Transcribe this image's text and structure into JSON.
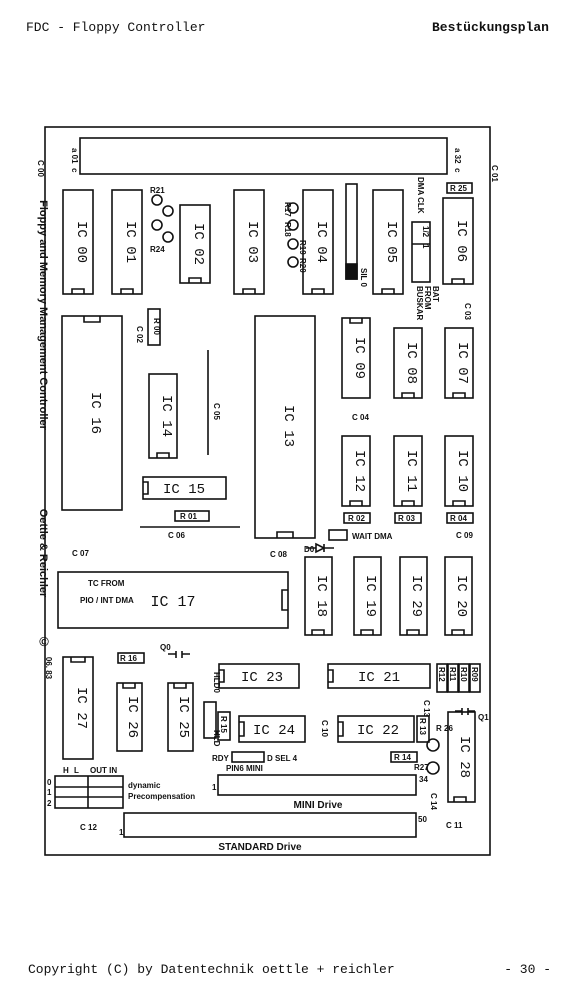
{
  "header": {
    "left": "FDC - Floppy Controller",
    "right": "Bestückungsplan"
  },
  "footer": {
    "left": "Copyright (C) by Datentechnik oettle + reichler",
    "right": "- 30 -"
  },
  "side_labels": {
    "title": "Floppy and Memory Management Controller",
    "maker": "Oettle & Reichler",
    "copyright": "©",
    "date": "06. 83"
  },
  "ics": {
    "ic00": "IC 00",
    "ic01": "IC 01",
    "ic02": "IC 02",
    "ic03": "IC 03",
    "ic04": "IC 04",
    "ic05": "IC 05",
    "ic06": "IC 06",
    "ic07": "IC 07",
    "ic08": "IC 08",
    "ic09": "IC 09",
    "ic10": "IC 10",
    "ic11": "IC 11",
    "ic12": "IC 12",
    "ic13": "IC 13",
    "ic14": "IC 14",
    "ic15": "IC 15",
    "ic16": "IC 16",
    "ic17": "IC 17",
    "ic18": "IC 18",
    "ic19": "IC 19",
    "ic20": "IC 20",
    "ic21": "IC 21",
    "ic22": "IC 22",
    "ic23": "IC 23",
    "ic24": "IC 24",
    "ic25": "IC 25",
    "ic26": "IC 26",
    "ic27": "IC 27",
    "ic28": "IC 28",
    "ic29": "IC 29"
  },
  "resistors": {
    "r00": "R 00",
    "r01": "R 01",
    "r02": "R 02",
    "r03": "R 03",
    "r04": "R 04",
    "r09": "R09",
    "r11": "R11",
    "r12": "R12",
    "r10": "R10",
    "r13": "R 13",
    "r14": "R 14",
    "r15": "R 15",
    "r16": "R 16",
    "r17": "R17",
    "r18": "R18",
    "r19": "R19",
    "r20": "R20",
    "r21": "R21",
    "r24": "R24",
    "r25": "R 25",
    "r26": "R 26",
    "r27": "R27"
  },
  "caps": {
    "c00": "C 00",
    "c01": "C 01",
    "c02": "C 02",
    "c03": "C 03",
    "c04": "C 04",
    "c05": "C 05",
    "c06": "C 06",
    "c07": "C 07",
    "c08": "C 08",
    "c09": "C 09",
    "c10": "C 10",
    "c11": "C 11",
    "c12": "C 12",
    "c13": "C 13",
    "c14": "C 14"
  },
  "misc": {
    "sil0": "SIL 0",
    "dma_clk": "DMA CLK",
    "half": "1/2",
    "one": "1",
    "bat": "BAT",
    "from": "FROM",
    "buskar": "BUSKAR",
    "d0": "D0",
    "wait_dma": "WAIT DMA",
    "tc_from": "TC FROM",
    "pio_int_dma": "PIO / INT DMA",
    "q0": "Q0",
    "q1": "Q1",
    "hld0": "HLD0",
    "hld": "HLD",
    "rdy": "RDY",
    "d_sel4": "D SEL 4",
    "pin6_mini": "PIN6 MINI",
    "h": "H",
    "l": "L",
    "out_in": "OUT IN",
    "row0": "0",
    "row1": "1",
    "row2": "2",
    "dynamic": "dynamic",
    "precomp": "Precompensation",
    "mini_1": "1",
    "mini_34": "34",
    "mini_drive": "MINI  Drive",
    "std_1": "1",
    "std_50": "50",
    "std_drive": "STANDARD  Drive",
    "a01": "a 01",
    "c_label1": "c",
    "a32": "a 32",
    "c_label2": "c"
  }
}
